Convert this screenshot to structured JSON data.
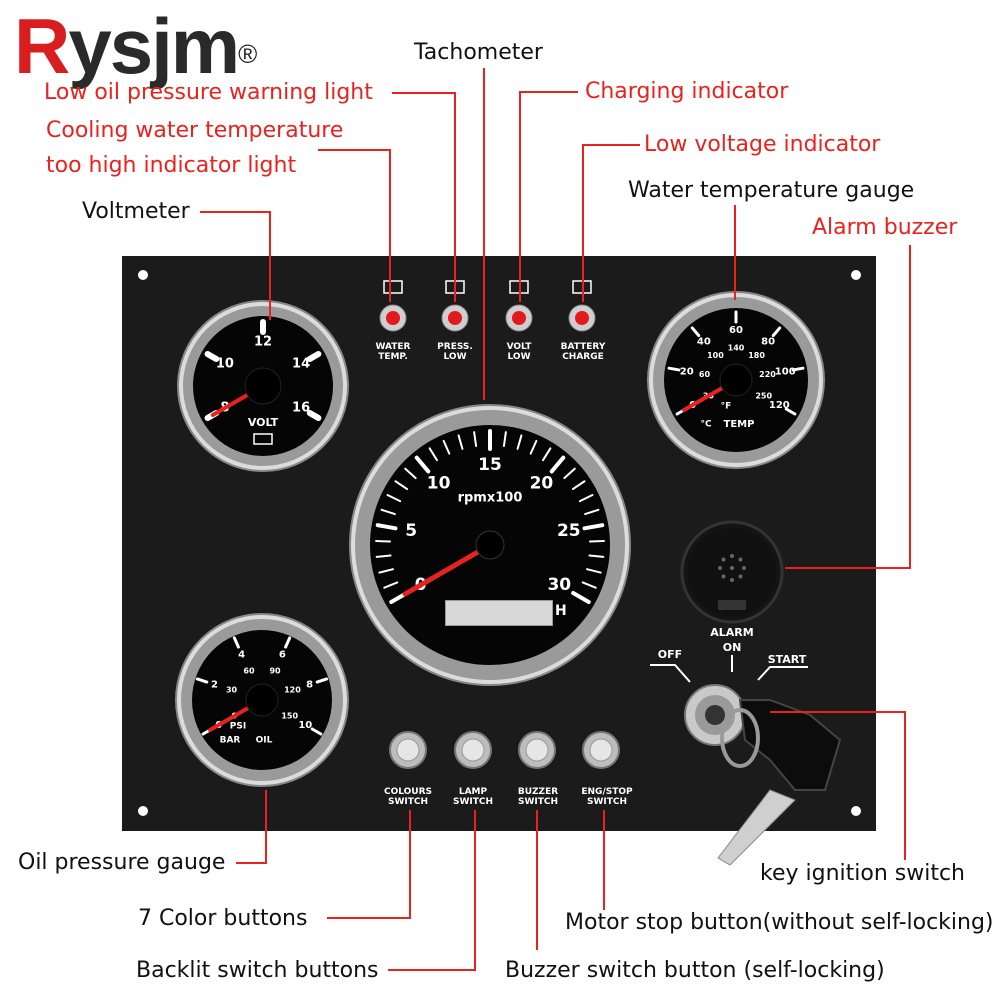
{
  "brand": {
    "logo_text_r": "R",
    "logo_text_rest": "ysjm",
    "trademark": "®"
  },
  "callouts": {
    "low_oil_pressure": "Low oil pressure warning light",
    "cooling_water_line1": "Cooling water temperature",
    "cooling_water_line2": "too high indicator light",
    "voltmeter": "Voltmeter",
    "tachometer": "Tachometer",
    "charging": "Charging indicator",
    "low_voltage": "Low voltage indicator",
    "water_temp_gauge": "Water temperature gauge",
    "alarm_buzzer": "Alarm buzzer",
    "oil_pressure_gauge": "Oil pressure gauge",
    "color_buttons": "7 Color buttons",
    "backlit_buttons": "Backlit switch buttons",
    "buzzer_switch": "Buzzer switch button (self-locking)",
    "motor_stop": "Motor stop button(without self-locking)",
    "key_ignition": "key ignition switch"
  },
  "indicator_lights": [
    {
      "label": "WATER\nTEMP.",
      "icon": "water-temp-icon"
    },
    {
      "label": "PRESS.\nLOW",
      "icon": "oil-can-icon"
    },
    {
      "label": "VOLT\nLOW",
      "icon": "battery-icon"
    },
    {
      "label": "BATTERY\nCHARGE",
      "icon": "battery-charge-icon"
    }
  ],
  "switches": [
    {
      "label": "COLOURS\nSWITCH"
    },
    {
      "label": "LAMP\nSWITCH"
    },
    {
      "label": "BUZZER\nSWITCH"
    },
    {
      "label": "ENG/STOP\nSWITCH"
    }
  ],
  "voltmeter": {
    "ticks": [
      "8",
      "10",
      "12",
      "14",
      "16"
    ],
    "unit": "VOLT",
    "needle_value": 8
  },
  "tachometer": {
    "ticks": [
      "0",
      "5",
      "10",
      "15",
      "20",
      "25",
      "30"
    ],
    "unit": "rpmx100",
    "hour_label": "H",
    "needle_value": 0
  },
  "water_temp": {
    "c_ticks": [
      "0",
      "20",
      "40",
      "60",
      "80",
      "100",
      "120"
    ],
    "f_ticks": [
      "30",
      "60",
      "100",
      "140",
      "180",
      "220",
      "250"
    ],
    "c_label": "°C",
    "f_label": "°F",
    "unit": "TEMP"
  },
  "oil_pressure": {
    "bar_ticks": [
      "0",
      "2",
      "4",
      "6",
      "8",
      "10"
    ],
    "psi_ticks": [
      "0",
      "30",
      "60",
      "90",
      "120",
      "150"
    ],
    "bar_label": "BAR",
    "psi_label": "PSI",
    "unit": "OIL"
  },
  "alarm": {
    "label": "ALARM"
  },
  "ignition": {
    "off": "OFF",
    "on": "ON",
    "start": "START"
  },
  "colors": {
    "accent_red": "#e8231f",
    "panel": "#1b1b1b",
    "led_red": "#e11b1b"
  }
}
